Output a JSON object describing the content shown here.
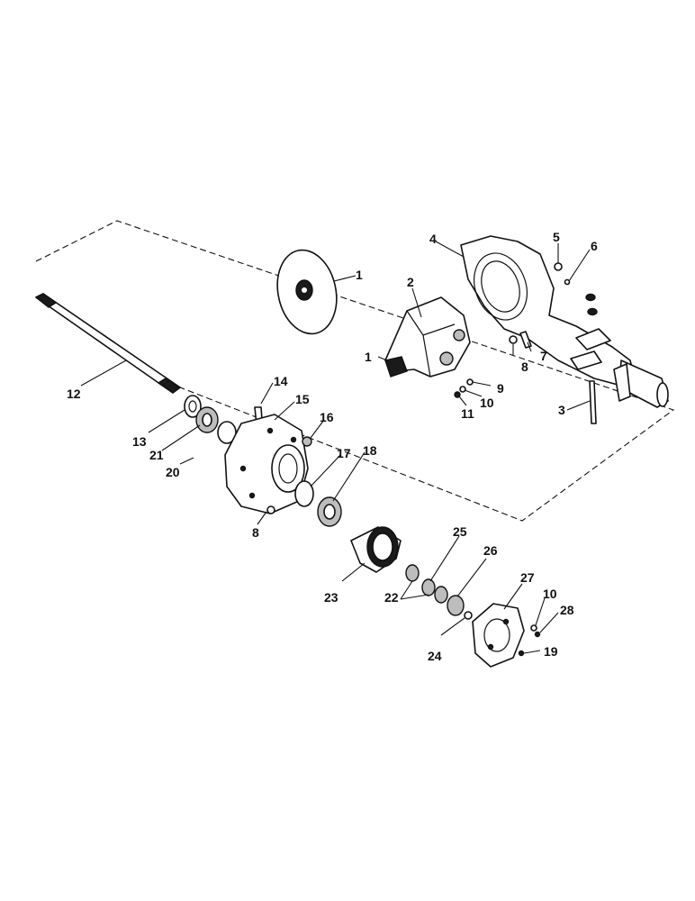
{
  "callouts": {
    "c1_disc": "1",
    "c1_pinion": "1",
    "c2": "2",
    "c3": "3",
    "c4": "4",
    "c5": "5",
    "c6": "6",
    "c7": "7",
    "c8_housing": "8",
    "c8_hub": "8",
    "c9": "9",
    "c10_diff": "10",
    "c10_cap": "10",
    "c11": "11",
    "c12": "12",
    "c13": "13",
    "c14": "14",
    "c15": "15",
    "c16": "16",
    "c17": "17",
    "c18": "18",
    "c19": "19",
    "c20": "20",
    "c21": "21",
    "c22": "22",
    "c23": "23",
    "c24": "24",
    "c25": "25",
    "c26": "26",
    "c27": "27",
    "c28": "28"
  }
}
